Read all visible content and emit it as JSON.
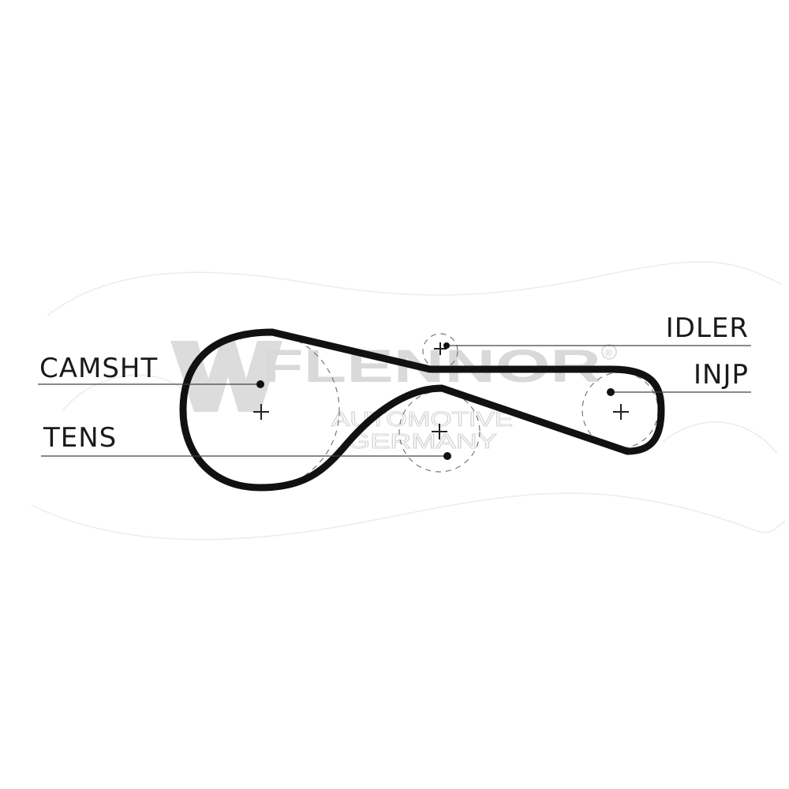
{
  "labels": {
    "camshaft": "CAMSHT",
    "tensioner": "TENS",
    "idler": "IDLER",
    "injection_pump": "INJP"
  },
  "watermark": {
    "brand": "FLENNOR",
    "registered": "®",
    "line1": "AUTOMOTIVE",
    "line2": "GERMANY"
  },
  "colors": {
    "belt": "#111111",
    "pulley_outline": "#777777",
    "watermark": "#d9d9d9"
  }
}
